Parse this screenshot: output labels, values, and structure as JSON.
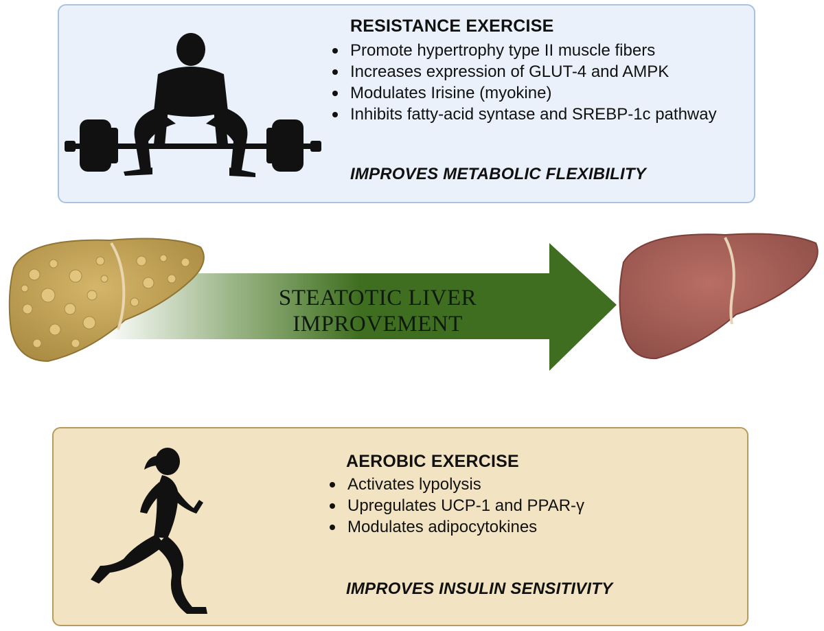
{
  "resistance": {
    "heading": "RESISTANCE EXERCISE",
    "bullets": [
      "Promote hypertrophy type II muscle fibers",
      "Increases expression of GLUT-4 and AMPK",
      "Modulates Irisine (myokine)",
      "Inhibits fatty-acid syntase and SREBP-1c pathway"
    ],
    "conclusion": "IMPROVES METABOLIC FLEXIBILITY"
  },
  "arrow": {
    "line1": "STEATOTIC LIVER",
    "line2": "IMPROVEMENT"
  },
  "aerobic": {
    "heading": "AEROBIC EXERCISE",
    "bullets": [
      "Activates lypolysis",
      "Upregulates UCP-1 and PPAR-γ",
      "Modulates adipocytokines"
    ],
    "conclusion": "IMPROVES INSULIN SENSITIVITY"
  },
  "colors": {
    "resistance_panel": "#eaf1fa",
    "aerobic_panel": "#f2e4c2",
    "arrow_green": "#4a7a26",
    "fatty_liver": "#c9a85a",
    "healthy_liver": "#a8625a"
  },
  "icons": {
    "resistance": "weightlifter-deadlift-icon",
    "aerobic": "runner-icon",
    "fatty_liver": "fatty-liver-icon",
    "healthy_liver": "healthy-liver-icon"
  }
}
